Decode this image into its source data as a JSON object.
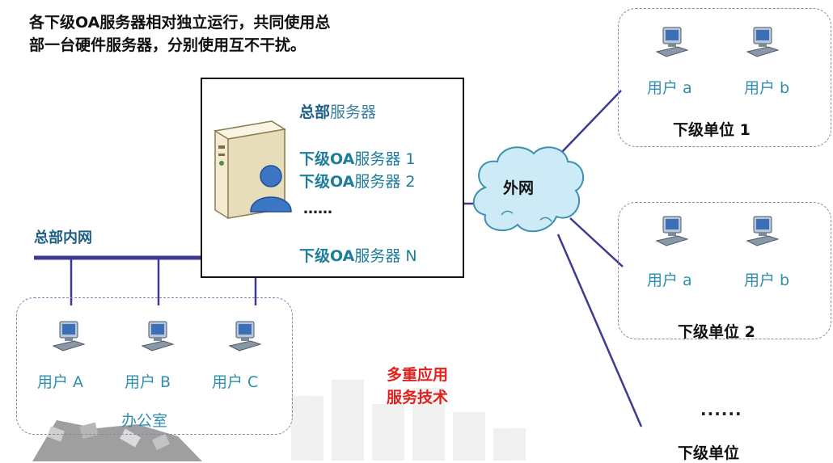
{
  "caption": "各下级OA服务器相对独立运行，共同使用总\n部一台硬件服务器，分别使用互不干扰。",
  "hq": {
    "title_bold": "总部",
    "title_rest": "服务器",
    "server1_bold": "下级OA",
    "server1_rest": "服务器 1",
    "server2_bold": "下级OA",
    "server2_rest": "服务器 2",
    "ellipsis": "……",
    "serverN_bold": "下级OA",
    "serverN_rest": "服务器 N"
  },
  "intranet_label": "总部内网",
  "internet_label": "外网",
  "office": {
    "users": [
      "用户 A",
      "用户 B",
      "用户 C"
    ],
    "label": "办公室"
  },
  "units": [
    {
      "users": [
        "用户 a",
        "用户 b"
      ],
      "title": "下级单位 1"
    },
    {
      "users": [
        "用户 a",
        "用户 b"
      ],
      "title": "下级单位 2"
    }
  ],
  "more_dots": "······",
  "last_unit": "下级单位",
  "highlight": "多重应用\n服务技术",
  "colors": {
    "line": "#3c3b8f",
    "accent_red": "#e3201b",
    "teal": "#2f8fb0"
  }
}
